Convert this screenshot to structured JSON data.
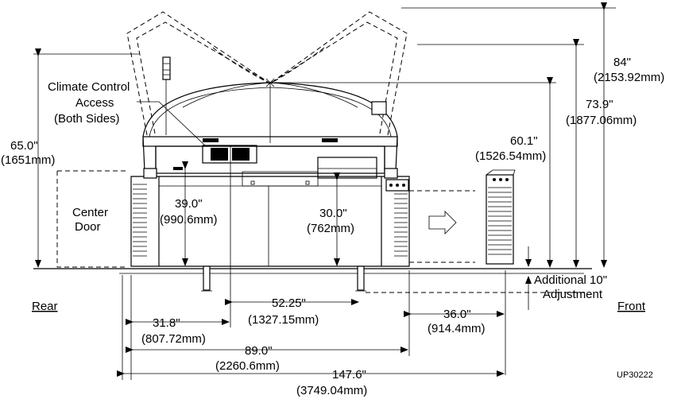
{
  "labels": {
    "climate_line1": "Climate  Control",
    "climate_line2": "Access",
    "climate_line3": "(Both Sides)",
    "center_door_line1": "Center",
    "center_door_line2": "Door",
    "rear": "Rear",
    "front": "Front",
    "additional_line1": "Additional 10\"",
    "additional_line2": "Adjustment",
    "figure_id": "UP30222"
  },
  "dimensions": {
    "height_65_in": "65.0\"",
    "height_65_mm": "(1651mm)",
    "height_84_in": "84\"",
    "height_84_mm": "(2153.92mm)",
    "height_73_in": "73.9\"",
    "height_73_mm": "(1877.06mm)",
    "height_60_in": "60.1\"",
    "height_60_mm": "(1526.54mm)",
    "height_39_in": "39.0\"",
    "height_39_mm": "(990.6mm)",
    "height_30_in": "30.0\"",
    "height_30_mm": "(762mm)",
    "width_52_in": "52.25\"",
    "width_52_mm": "(1327.15mm)",
    "width_36_in": "36.0\"",
    "width_36_mm": "(914.4mm)",
    "width_31_in": "31.8\"",
    "width_31_mm": "(807.72mm)",
    "width_89_in": "89.0\"",
    "width_89_mm": "(2260.6mm)",
    "width_147_in": "147.6\"",
    "width_147_mm": "(3749.04mm)"
  }
}
